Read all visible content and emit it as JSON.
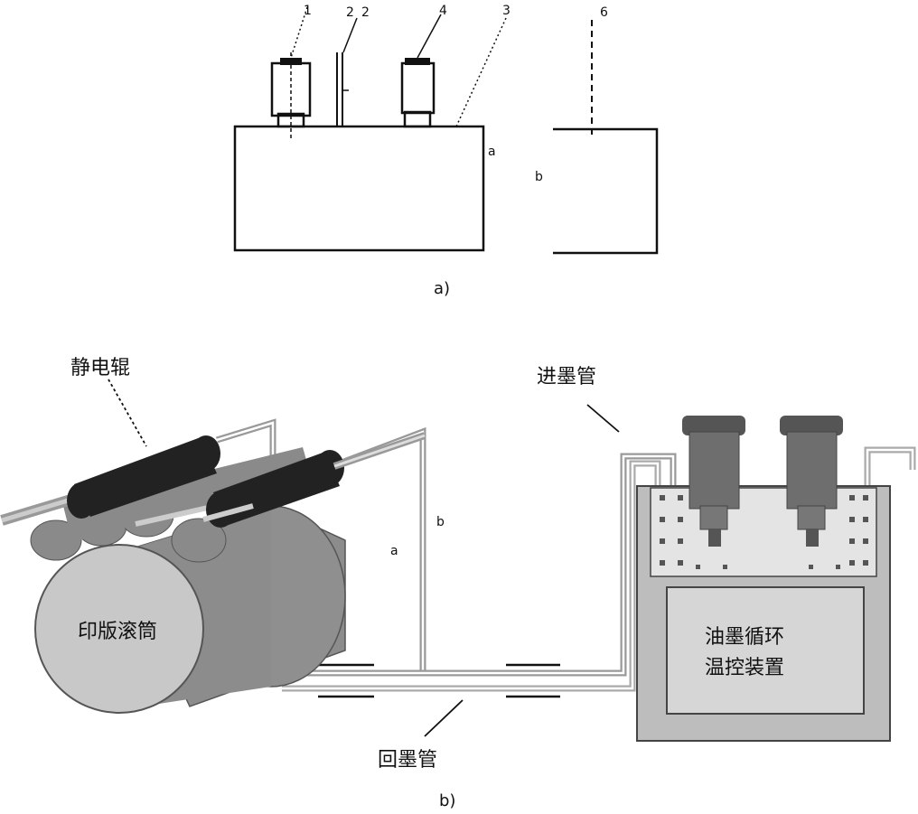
{
  "diagram_a": {
    "callouts": [
      "1",
      "2",
      "2",
      "4",
      "3",
      "6"
    ],
    "marks": [
      "a",
      "b"
    ],
    "caption": "a)"
  },
  "diagram_b": {
    "roller_label": "静电辊",
    "drum_label": "印版滚筒",
    "supply_pipe_label": "进墨管",
    "return_pipe_label": "回墨管",
    "tank_label_line1": "油墨循环",
    "tank_label_line2": "温控装置",
    "marks": [
      "a",
      "b"
    ],
    "caption": "b)"
  }
}
